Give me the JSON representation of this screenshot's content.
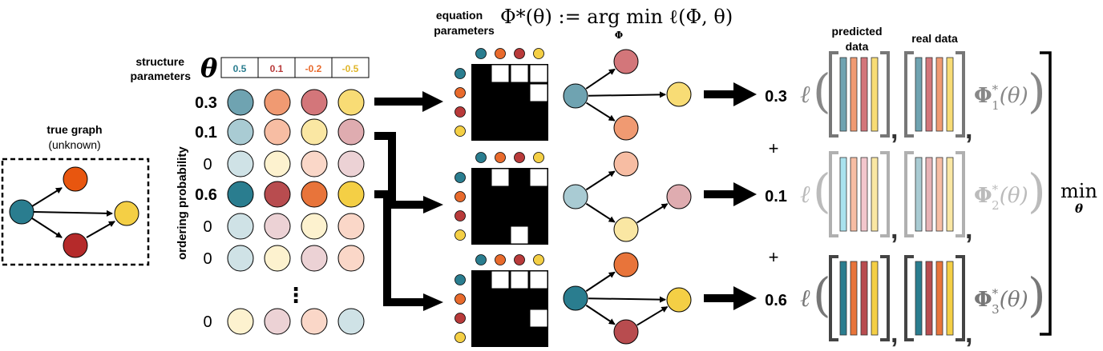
{
  "colors": {
    "teal": "#2a7d8f",
    "orange": "#e86a2c",
    "red": "#b83a3a",
    "yellow": "#f4cf45",
    "black": "#000000",
    "gray": "#888888",
    "lightgray": "#bbbbbb"
  },
  "true_graph": {
    "title": "true graph",
    "subtitle": "(unknown)"
  },
  "structure": {
    "label_line1": "structure",
    "label_line2": "parameters",
    "theta_symbol": "θ",
    "theta_values": [
      "0.5",
      "0.1",
      "-0.2",
      "-0.5"
    ],
    "theta_value_colors": [
      "#2a7d8f",
      "#b83a3a",
      "#e86a2c",
      "#e0b62a"
    ]
  },
  "ordering": {
    "axis_label": "ordering probability",
    "probabilities": [
      "0.3",
      "0.1",
      "0",
      "0.6",
      "0",
      "0",
      "0"
    ],
    "ellipsis": "⋮",
    "rows": [
      [
        "#6fa3b1",
        "#f09a72",
        "#d3767a",
        "#f8dc75"
      ],
      [
        "#a9cbd3",
        "#f7bda3",
        "#fae7a3",
        "#dfacb0"
      ],
      [
        "#cfe2e6",
        "#fdf2cf",
        "#fad7c8",
        "#ecd2d5"
      ],
      [
        "#2a7d8f",
        "#b84c4f",
        "#e8743a",
        "#f4cf45"
      ],
      [
        "#cfe2e6",
        "#ecd2d5",
        "#fdf2cf",
        "#fad7c8"
      ],
      [
        "#cfe2e6",
        "#fdf2cf",
        "#ecd2d5",
        "#fad7c8"
      ],
      [
        "#fdf2cf",
        "#ecd2d5",
        "#fad7c8",
        "#cfe2e6"
      ]
    ]
  },
  "equation": {
    "label_line1": "equation",
    "label_line2": "parameters",
    "formula": "Φ*(θ) := arg min ℓ(Φ, θ)",
    "formula_sub": "Φ"
  },
  "matrices": [
    {
      "white_cells": [
        [
          0,
          1
        ],
        [
          0,
          2
        ],
        [
          0,
          3
        ],
        [
          1,
          3
        ]
      ]
    },
    {
      "white_cells": [
        [
          0,
          1
        ],
        [
          0,
          3
        ],
        [
          3,
          2
        ]
      ]
    },
    {
      "white_cells": [
        [
          0,
          1
        ],
        [
          0,
          2
        ],
        [
          0,
          3
        ],
        [
          2,
          3
        ]
      ]
    }
  ],
  "graphs": [
    {
      "nodes": [
        "#6fa3b1",
        "#d3767a",
        "#f8dc75",
        "#f09a72"
      ]
    },
    {
      "nodes": [
        "#a9cbd3",
        "#f7bda3",
        "#dfacb0",
        "#fae7a3"
      ]
    },
    {
      "nodes": [
        "#2a7d8f",
        "#e8743a",
        "#f4cf45",
        "#b84c4f"
      ]
    }
  ],
  "loss": {
    "predicted_label_line1": "predicted",
    "predicted_label_line2": "data",
    "real_label": "real data",
    "weights": [
      "0.3",
      "0.1",
      "0.6"
    ],
    "ell": "ℓ",
    "phi_labels": [
      "Φ",
      "Φ",
      "Φ"
    ],
    "phi_subscripts": [
      "1",
      "2",
      "3"
    ],
    "phi_suffix": "(θ)",
    "plus": "+",
    "comma": ",",
    "min_label": "min",
    "min_sub": "θ"
  }
}
